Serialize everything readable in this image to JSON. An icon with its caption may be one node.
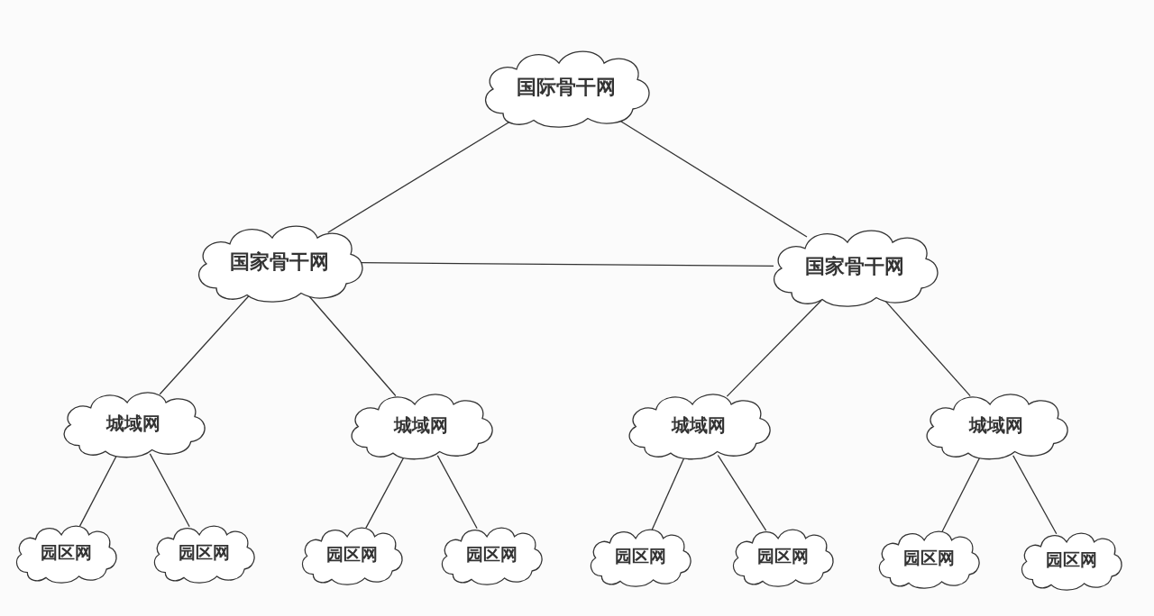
{
  "diagram": {
    "nodes": [
      {
        "text": [
          "国际骨干网"
        ]
      },
      {
        "text": [
          "国家骨干网"
        ]
      },
      {
        "text": [
          "国家骨干网"
        ]
      },
      {
        "text": [
          "城域网"
        ]
      },
      {
        "text": [
          "城域网"
        ]
      },
      {
        "text": [
          "城域网"
        ]
      },
      {
        "text": [
          "城域网"
        ]
      },
      {
        "text": [
          "园区网"
        ]
      },
      {
        "text": [
          "园区网"
        ]
      },
      {
        "text": [
          "园区网"
        ]
      },
      {
        "text": [
          "园区网"
        ]
      },
      {
        "text": [
          "园区网"
        ]
      },
      {
        "text": [
          "园区网"
        ]
      },
      {
        "text": [
          "园区网"
        ]
      },
      {
        "text": [
          "园区网"
        ]
      }
    ],
    "edges": [
      {
        "from": 0,
        "to": 1,
        "arrow": "none"
      },
      {
        "from": 0,
        "to": 2,
        "arrow": "none"
      },
      {
        "from": 1,
        "to": 2,
        "arrow": "none"
      },
      {
        "from": 1,
        "to": 3,
        "arrow": "none"
      },
      {
        "from": 1,
        "to": 4,
        "arrow": "none"
      },
      {
        "from": 2,
        "to": 5,
        "arrow": "none"
      },
      {
        "from": 2,
        "to": 6,
        "arrow": "none"
      },
      {
        "from": 3,
        "to": 7,
        "arrow": "none"
      },
      {
        "from": 3,
        "to": 8,
        "arrow": "none"
      },
      {
        "from": 4,
        "to": 9,
        "arrow": "none"
      },
      {
        "from": 4,
        "to": 10,
        "arrow": "none"
      },
      {
        "from": 5,
        "to": 11,
        "arrow": "none"
      },
      {
        "from": 5,
        "to": 12,
        "arrow": "none"
      },
      {
        "from": 6,
        "to": 13,
        "arrow": "none"
      },
      {
        "from": 6,
        "to": 14,
        "arrow": "none"
      }
    ]
  }
}
